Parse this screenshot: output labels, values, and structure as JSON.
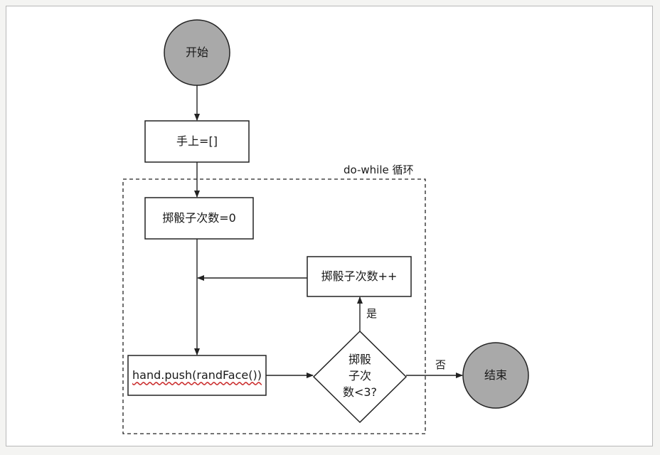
{
  "nodes": {
    "start": "开始",
    "init_hand": "手上=[]",
    "init_rolls": "掷骰子次数=0",
    "push": "hand.push(randFace())",
    "condition": [
      "掷骰",
      "子次",
      "数<3?"
    ],
    "increment": "掷骰子次数++",
    "end": "结束"
  },
  "loop_label": "do-while 循环",
  "branches": {
    "yes": "是",
    "no": "否"
  },
  "colors": {
    "terminal_fill": "#a9a9a9",
    "box_stroke": "#222222",
    "background": "#ffffff"
  }
}
